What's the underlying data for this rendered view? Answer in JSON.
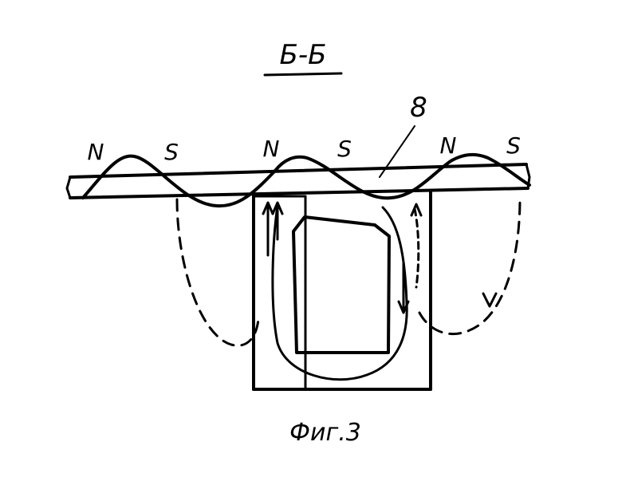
{
  "section_label": "Б-Б",
  "reference_number": "8",
  "pole_labels": [
    "N",
    "S",
    "N",
    "S",
    "N",
    "S"
  ],
  "caption": "Фиг.3",
  "colors": {
    "ink": "#000000",
    "paper": "#ffffff"
  }
}
